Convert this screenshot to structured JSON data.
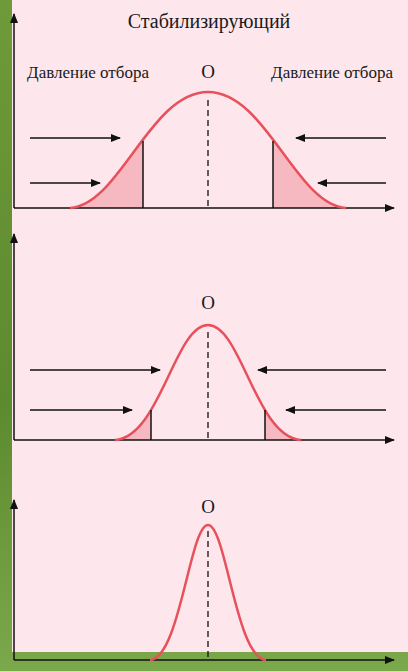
{
  "diagram": {
    "title": "Стабилизирующий",
    "labels": [
      "Давление отбора",
      "Давление отбора",
      "О",
      "О",
      "О"
    ]
  }
}
